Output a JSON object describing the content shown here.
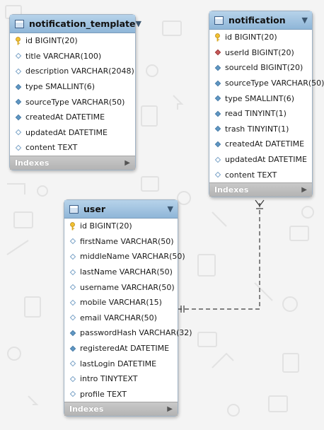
{
  "tables": {
    "notification_template": {
      "title": "notification_template",
      "indexes_label": "Indexes",
      "columns": [
        {
          "text": "id BIGINT(20)",
          "icon": "primary-key-icon"
        },
        {
          "text": "title VARCHAR(100)",
          "icon": "column-diamond-icon"
        },
        {
          "text": "description VARCHAR(2048)",
          "icon": "column-diamond-icon"
        },
        {
          "text": "type SMALLINT(6)",
          "icon": "column-not-null-icon"
        },
        {
          "text": "sourceType VARCHAR(50)",
          "icon": "column-not-null-icon"
        },
        {
          "text": "createdAt DATETIME",
          "icon": "column-not-null-icon"
        },
        {
          "text": "updatedAt DATETIME",
          "icon": "column-diamond-icon"
        },
        {
          "text": "content TEXT",
          "icon": "column-diamond-icon"
        }
      ]
    },
    "notification": {
      "title": "notification",
      "indexes_label": "Indexes",
      "columns": [
        {
          "text": "id BIGINT(20)",
          "icon": "primary-key-icon"
        },
        {
          "text": "userId BIGINT(20)",
          "icon": "foreign-key-icon"
        },
        {
          "text": "sourceId BIGINT(20)",
          "icon": "column-not-null-icon"
        },
        {
          "text": "sourceType VARCHAR(50)",
          "icon": "column-not-null-icon"
        },
        {
          "text": "type SMALLINT(6)",
          "icon": "column-not-null-icon"
        },
        {
          "text": "read TINYINT(1)",
          "icon": "column-not-null-icon"
        },
        {
          "text": "trash TINYINT(1)",
          "icon": "column-not-null-icon"
        },
        {
          "text": "createdAt DATETIME",
          "icon": "column-not-null-icon"
        },
        {
          "text": "updatedAt DATETIME",
          "icon": "column-diamond-icon"
        },
        {
          "text": "content TEXT",
          "icon": "column-diamond-icon"
        }
      ]
    },
    "user": {
      "title": "user",
      "indexes_label": "Indexes",
      "columns": [
        {
          "text": "id BIGINT(20)",
          "icon": "primary-key-icon"
        },
        {
          "text": "firstName VARCHAR(50)",
          "icon": "column-diamond-icon"
        },
        {
          "text": "middleName VARCHAR(50)",
          "icon": "column-diamond-icon"
        },
        {
          "text": "lastName VARCHAR(50)",
          "icon": "column-diamond-icon"
        },
        {
          "text": "username VARCHAR(50)",
          "icon": "column-diamond-icon"
        },
        {
          "text": "mobile VARCHAR(15)",
          "icon": "column-diamond-icon"
        },
        {
          "text": "email VARCHAR(50)",
          "icon": "column-diamond-icon"
        },
        {
          "text": "passwordHash VARCHAR(32)",
          "icon": "column-not-null-icon"
        },
        {
          "text": "registeredAt DATETIME",
          "icon": "column-not-null-icon"
        },
        {
          "text": "lastLogin DATETIME",
          "icon": "column-diamond-icon"
        },
        {
          "text": "intro TINYTEXT",
          "icon": "column-diamond-icon"
        },
        {
          "text": "profile TEXT",
          "icon": "column-diamond-icon"
        }
      ]
    }
  },
  "relationships": [
    {
      "from": "user",
      "to": "notification",
      "style": "dashed",
      "from_end": "one-mandatory",
      "to_end": "many-optional"
    }
  ],
  "colors": {
    "header": "#9fc1e0",
    "footer": "#bdbdbd",
    "background": "#f4f4f4",
    "foreign_key": "#c85a5a",
    "not_null": "#5f97c4"
  }
}
